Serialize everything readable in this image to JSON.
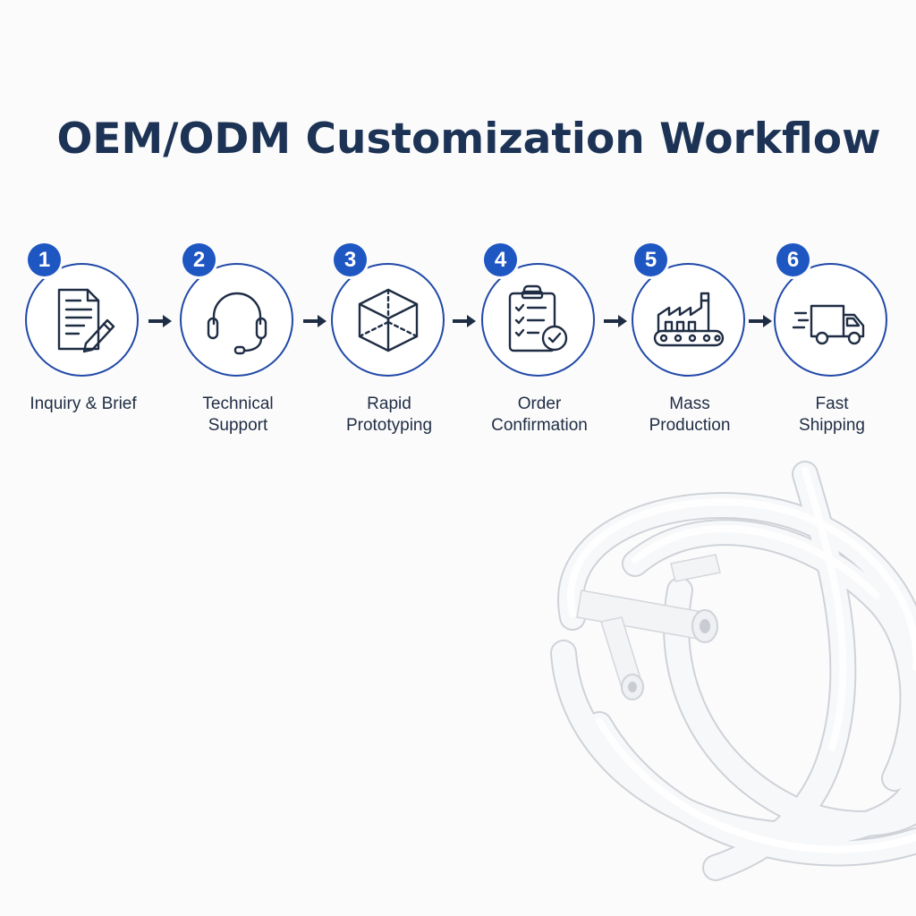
{
  "title": "OEM/ODM Customization Workflow",
  "steps": [
    {
      "number": "1",
      "label_line1": "Inquiry & Brief",
      "label_line2": "",
      "icon": "document-pencil-icon"
    },
    {
      "number": "2",
      "label_line1": "Technical",
      "label_line2": "Support",
      "icon": "headset-icon"
    },
    {
      "number": "3",
      "label_line1": "Rapid",
      "label_line2": "Prototyping",
      "icon": "cube-icon"
    },
    {
      "number": "4",
      "label_line1": "Order",
      "label_line2": "Confirmation",
      "icon": "clipboard-check-icon"
    },
    {
      "number": "5",
      "label_line1": "Mass",
      "label_line2": "Production",
      "icon": "factory-icon"
    },
    {
      "number": "6",
      "label_line1": "Fast",
      "label_line2": "Shipping",
      "icon": "delivery-truck-icon"
    }
  ],
  "colors": {
    "title": "#1d3356",
    "circle_border": "#2149a8",
    "badge": "#1e56c2",
    "icon_stroke": "#1f2d44",
    "arrow": "#1f2d44",
    "label": "#1f2d44",
    "background": "#fbfbfb"
  }
}
